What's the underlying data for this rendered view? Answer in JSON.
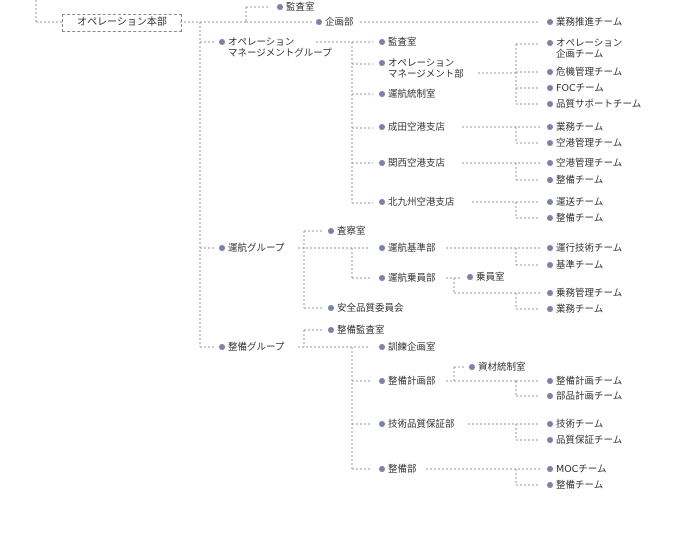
{
  "root": "オペレーション本部",
  "level1": {
    "kansa": "監査室",
    "kikaku": "企画部",
    "opm": [
      "オペレーション",
      "マネージメントグループ"
    ],
    "unko": "運航グループ",
    "seibi": "整備グループ"
  },
  "kikaku_children": {
    "gyomu_suishin": "業務推進チーム"
  },
  "opm_children": {
    "kansa": "監査室",
    "opm_dept": [
      "オペレーション",
      "マネージメント部"
    ],
    "unko_tosei": "運航統制室",
    "narita": "成田空港支店",
    "kansai": "関西空港支店",
    "kitakyushu": "北九州空港支店"
  },
  "opm_dept_children": {
    "op_kikaku": [
      "オペレーション",
      "企画チーム"
    ],
    "kiki": "危機管理チーム",
    "foc": "FOCチーム",
    "hinshitsu_support": "品質サポートチーム"
  },
  "narita_children": {
    "gyomu": "業務チーム",
    "kuko": "空港管理チーム"
  },
  "kansai_children": {
    "kuko": "空港管理チーム",
    "seibi": "整備チーム"
  },
  "kitakyushu_children": {
    "unso": "運送チーム",
    "seibi": "整備チーム"
  },
  "unko_children": {
    "satsu": "査察室",
    "kijun": "運航基準部",
    "jomuin": "運航乗員部",
    "anzen": "安全品質委員会"
  },
  "kijun_children": {
    "unko_gijutsu": "運行技術チーム",
    "kijun": "基準チーム"
  },
  "jomuin_children": {
    "jomuin_shitsu": "乗員室",
    "jomu_kanri": "乗務管理チーム",
    "gyomu": "業務チーム"
  },
  "seibi_children": {
    "kansa": "整備監査室",
    "kunren": "訓練企画室",
    "keikaku": "整備計画部",
    "gijutsu": "技術品質保証部",
    "seibi": "整備部"
  },
  "keikaku_children": {
    "shizai": "資材統制室",
    "seibi_keikaku": "整備計画チーム",
    "buhin": "部品計画チーム"
  },
  "gijutsu_children": {
    "gijutsu": "技術チーム",
    "hinshitsu": "品質保証チーム"
  },
  "seibi_dept_children": {
    "moc": "MOCチーム",
    "seibi": "整備チーム"
  }
}
